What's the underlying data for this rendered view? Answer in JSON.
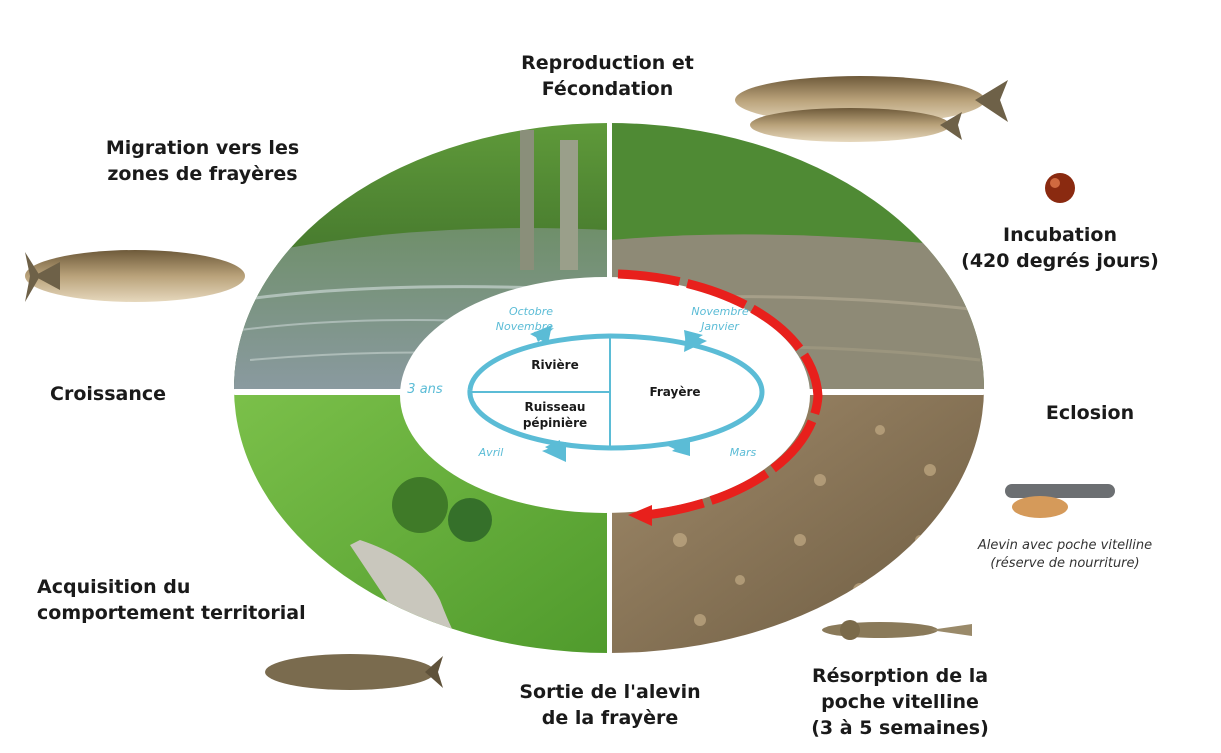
{
  "stages": {
    "reproduction": "Reproduction et\nFécondation",
    "migration": "Migration vers les\nzones de frayères",
    "incubation": "Incubation\n(420 degrés jours)",
    "croissance": "Croissance",
    "eclosion": "Eclosion",
    "alevin_caption": "Alevin avec poche vitelline\n(réserve de nourriture)",
    "acquisition": "Acquisition du\ncomportement territorial",
    "sortie": "Sortie de l'alevin\nde la frayère",
    "resorption": "Résorption de la\npoche vitelline\n(3 à 5 semaines)"
  },
  "cycle": {
    "octobre": "Octobre\nNovembre",
    "novembre": "Novembre\nJanvier",
    "trois_ans": "3 ans",
    "mars": "Mars",
    "avril": "Avril",
    "riviere": "Rivière",
    "ruisseau": "Ruisseau\npépinière",
    "frayere": "Frayère"
  },
  "colors": {
    "cycle_arrow": "#5bbcd6",
    "incubation_arc": "#e8201c"
  }
}
